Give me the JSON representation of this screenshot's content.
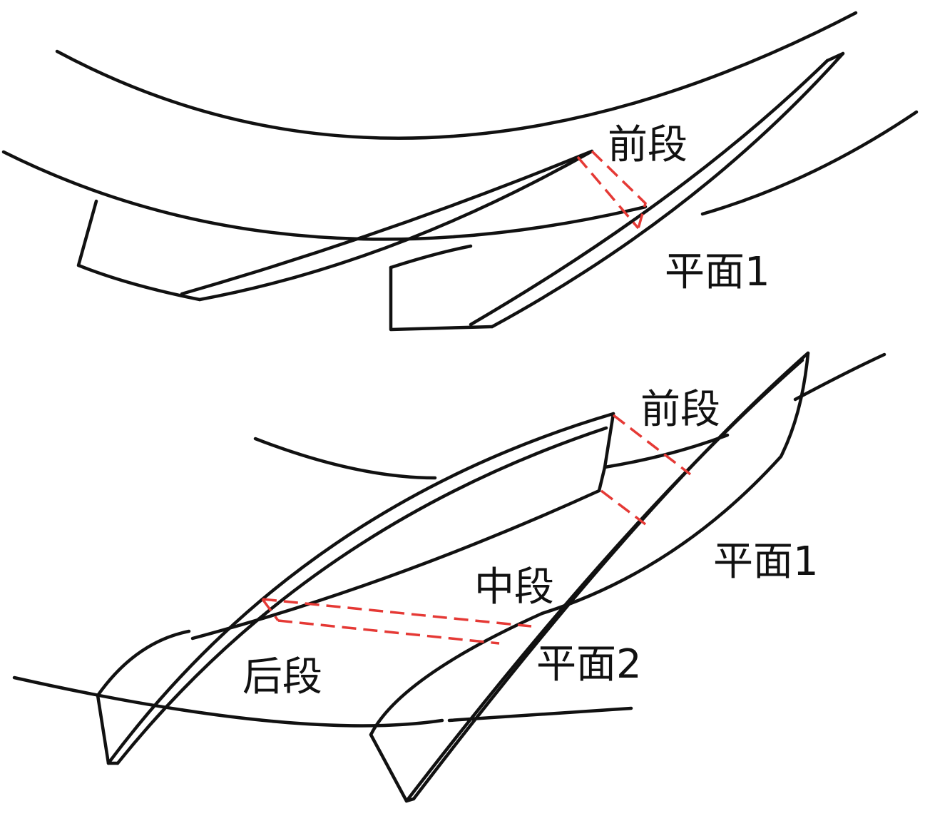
{
  "colors": {
    "outline": "#111111",
    "section_dash": "#e53935",
    "background": "#ffffff"
  },
  "top_figure": {
    "label_front_segment": "前段",
    "label_plane_1": "平面1"
  },
  "bottom_figure": {
    "label_front_segment": "前段",
    "label_plane_1": "平面1",
    "label_middle_segment": "中段",
    "label_plane_2": "平面2",
    "label_rear_segment": "后段"
  }
}
